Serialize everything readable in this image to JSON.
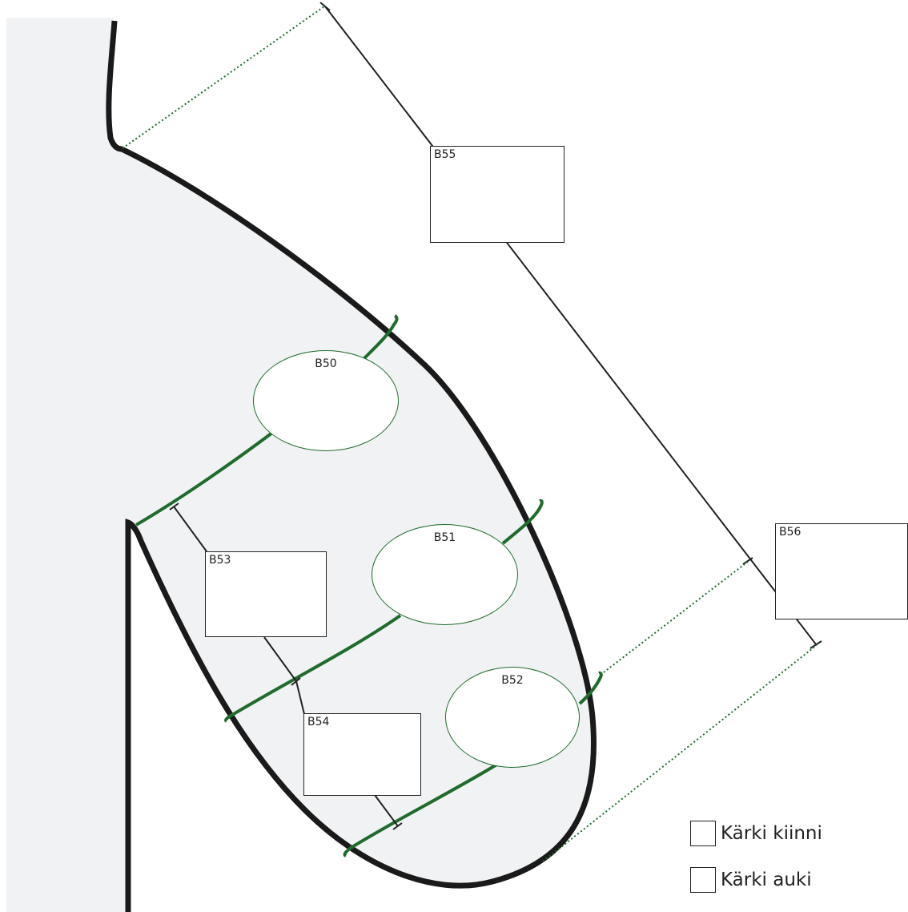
{
  "fields": {
    "b55": {
      "label": "B55",
      "value": ""
    },
    "b56": {
      "label": "B56",
      "value": ""
    },
    "b53": {
      "label": "B53",
      "value": ""
    },
    "b54": {
      "label": "B54",
      "value": ""
    }
  },
  "ovals": {
    "b50": {
      "label": "B50",
      "value": ""
    },
    "b51": {
      "label": "B51",
      "value": ""
    },
    "b52": {
      "label": "B52",
      "value": ""
    }
  },
  "legend": {
    "closed": {
      "label": "Kärki kiinni",
      "checked": false
    },
    "open": {
      "label": "Kärki auki",
      "checked": false
    }
  },
  "colors": {
    "outline": "#1a1a1a",
    "fill": "#f0f2f4",
    "green": "#1f6b2b",
    "line": "#222222"
  }
}
